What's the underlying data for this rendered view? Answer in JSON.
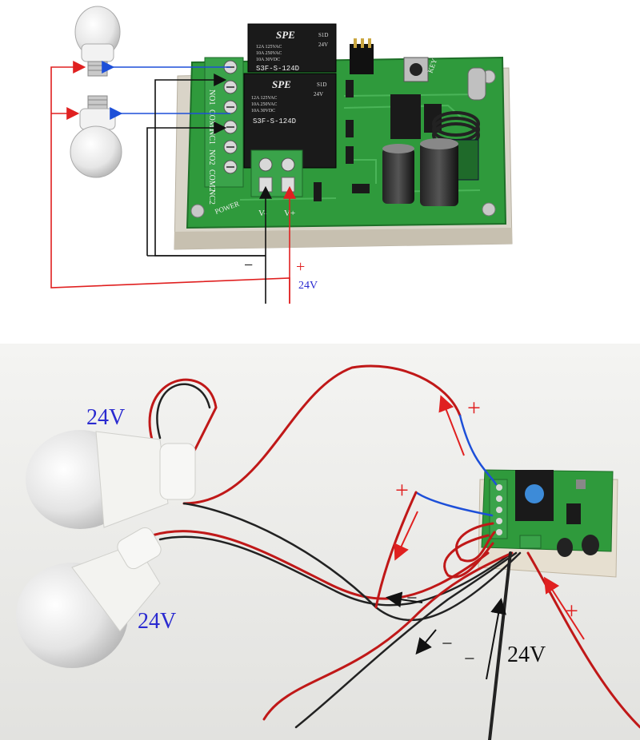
{
  "top_diagram": {
    "relay_upper": {
      "brand": "SPE",
      "model": "S3F-S-124D",
      "code": "S1D",
      "coil": "24V",
      "rating_1": "12A 125VAC",
      "rating_2": "10A 250VAC",
      "rating_3": "10A 30VDC"
    },
    "relay_lower": {
      "brand": "SPE",
      "model": "S3F-S-124D",
      "code": "S1D",
      "coil": "24V",
      "rating_1": "12A 125VAC",
      "rating_2": "10A 250VAC",
      "rating_3": "10A 30VDC"
    },
    "terminal_labels": [
      "NO1",
      "COM1",
      "NC1",
      "NO2",
      "COM2",
      "NC2"
    ],
    "power_label": "POWER",
    "vminus_label": "V-",
    "vplus_label": "V+",
    "key_label": "KEY",
    "minus_sign": "−",
    "plus_sign": "+",
    "voltage_label": "24V"
  },
  "bottom_photo": {
    "bulb_upper_label": "24V",
    "bulb_lower_label": "24V",
    "plus_marks": [
      "+",
      "+",
      "+"
    ],
    "minus_marks": [
      "−",
      "−",
      "−"
    ],
    "supply_label": "24V"
  },
  "colors": {
    "pcb": "#2f9a3c",
    "terminal": "#3aa34a",
    "relay": "#1a1a1a",
    "wire_red": "#e02020",
    "wire_blue": "#1d4fd8",
    "wire_black": "#111111",
    "label_blue": "#2a2ad0"
  }
}
